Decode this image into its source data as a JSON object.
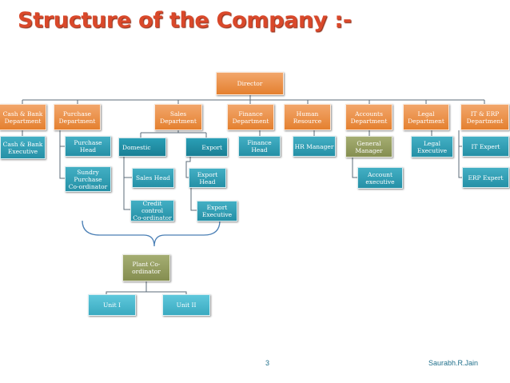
{
  "title": "Structure of the Company :-",
  "nodes": {
    "director": "Director",
    "cash_bank_dept": "Cash & Bank\nDepartment",
    "purchase_dept": "Purchase\nDepartment",
    "sales_dept": "Sales\nDepartment",
    "finance_dept": "Finance\nDepartment",
    "hr": "Human\nResource",
    "accounts_dept": "Accounts\nDepartment",
    "legal_dept": "Legal\nDepartment",
    "it_erp_dept": "IT & ERP\nDepartment",
    "cash_bank_exec": "Cash & Bank\nExecutive",
    "purchase_head": "Purchase Head",
    "sundry_purchase": "Sundry\nPurchase\nCo-ordinator",
    "domestic": "Domestic",
    "export": "Export",
    "sales_head": "Sales Head",
    "credit_control": "Credit control\nCo-ordinator",
    "export_head": "Export Head",
    "export_exec": "Export\nExecutive",
    "finance_head": "Finance Head",
    "hr_manager": "HR Manager",
    "general_manager": "General\nManager",
    "account_exec": "Account\nexecutive",
    "legal_exec": "Legal\nExecutive",
    "it_expert": "IT Expert",
    "erp_expert": "ERP Expert",
    "plant_coordinator": "Plant Co-\nordinator",
    "unit1": "Unit I",
    "unit2": "Unit II"
  },
  "footer": {
    "page_number": "3",
    "author": "Saurabh.R.Jain"
  },
  "colors": {
    "title": "#d9482a",
    "connector": "#5b6b78",
    "brace": "#4a7fb5"
  }
}
